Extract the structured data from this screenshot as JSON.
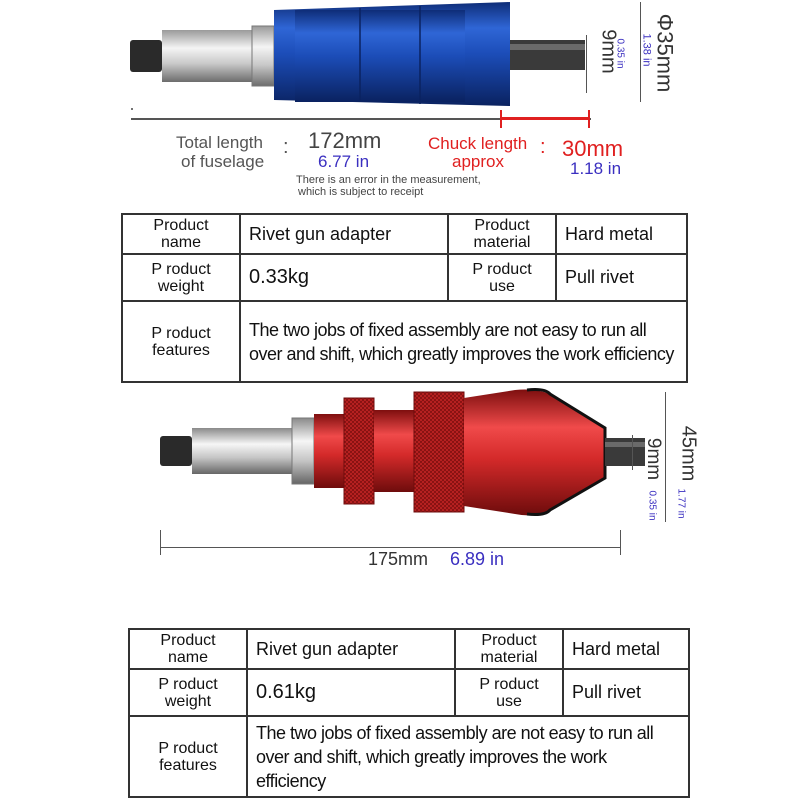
{
  "top_tool": {
    "chuck_dia_mm": "Φ35mm",
    "chuck_dia_in": "1.38 in",
    "shank_mm": "9mm",
    "shank_in": "0.35 in",
    "total_label_line1": "Total length",
    "total_label_line2": "of fuselage",
    "total_mm": "172mm",
    "total_in": "6.77 in",
    "chuck_label_line1": "Chuck length",
    "chuck_label_line2": "approx",
    "chuck_mm": "30mm",
    "chuck_in": "1.18 in",
    "note_line1": "There is an error in the measurement,",
    "note_line2": "which is subject to receipt",
    "colors": {
      "body": "#1f4fb8",
      "dark": "#0d2f7a",
      "chuck_label": "#e02020",
      "inch": "#3a2fc0"
    }
  },
  "table1": {
    "name_label": "Product\nname",
    "name_value": "Rivet gun adapter",
    "material_label": "Product\nmaterial",
    "material_value": "Hard metal",
    "weight_label": "P roduct\nweight",
    "weight_value": "0.33kg",
    "use_label": "P roduct\nuse",
    "use_value": "Pull rivet",
    "features_label": "P roduct\nfeatures",
    "features_value": "The two jobs of fixed assembly are not easy to run all over and shift, which greatly improves the work efficiency"
  },
  "bottom_tool": {
    "height_mm": "45mm",
    "height_in": "1.77 in",
    "shank_mm": "9mm",
    "shank_in": "0.35 in",
    "length_mm": "175mm",
    "length_in": "6.89 in",
    "colors": {
      "body": "#d42a2a",
      "dark": "#8c1414",
      "inch": "#3a2fc0"
    }
  },
  "table2": {
    "name_label": "Product\nname",
    "name_value": "Rivet gun adapter",
    "material_label": "Product\nmaterial",
    "material_value": "Hard metal",
    "weight_label": "P roduct\nweight",
    "weight_value": "0.61kg",
    "use_label": "P roduct\nuse",
    "use_value": "Pull rivet",
    "features_label": "P roduct\nfeatures",
    "features_value": "The two jobs of fixed assembly are not easy to run all over and shift, which greatly improves the work efficiency"
  }
}
